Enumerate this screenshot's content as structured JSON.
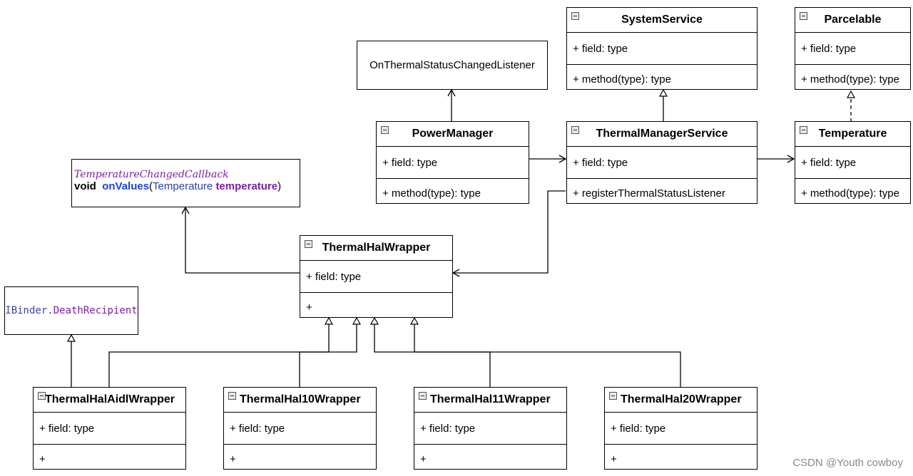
{
  "classes": {
    "system_service": {
      "name": "SystemService",
      "field": "+ field: type",
      "method": "+ method(type): type"
    },
    "parcelable": {
      "name": "Parcelable",
      "field": "+ field: type",
      "method": "+ method(type): type"
    },
    "power_manager": {
      "name": "PowerManager",
      "field": "+ field: type",
      "method": "+ method(type): type"
    },
    "thermal_manager_service": {
      "name": "ThermalManagerService",
      "field": "+ field: type",
      "method": "+ registerThermalStatusListener"
    },
    "temperature": {
      "name": "Temperature",
      "field": "+ field: type",
      "method": "+ method(type): type"
    },
    "thermal_hal_wrapper": {
      "name": "ThermalHalWrapper",
      "field": "+ field: type",
      "method": "+"
    },
    "thermal_hal_aidl_wrapper": {
      "name": "ThermalHalAidlWrapper",
      "field": "+ field: type",
      "method": "+"
    },
    "thermal_hal10_wrapper": {
      "name": "ThermalHal10Wrapper",
      "field": "+ field: type",
      "method": "+"
    },
    "thermal_hal11_wrapper": {
      "name": "ThermalHal11Wrapper",
      "field": "+ field: type",
      "method": "+"
    },
    "thermal_hal20_wrapper": {
      "name": "ThermalHal20Wrapper",
      "field": "+ field: type",
      "method": "+"
    }
  },
  "interfaces": {
    "on_thermal_status_changed_listener": "OnThermalStatusChangedListener",
    "temperature_changed_callback": {
      "name": "TemperatureChangedCallback",
      "return_type": "void",
      "method": "onValues",
      "open_paren": "(",
      "param_type": "Temperature",
      "param_name": "temperature",
      "close_paren": ")"
    },
    "death_recipient": {
      "prefix": "IBinder.",
      "name": "DeathRecipient"
    }
  },
  "colors": {
    "keyword_purple": "#7a1fa2",
    "method_blue": "#1a44d6",
    "type_blue": "#2b3fa8",
    "watermark": "#8a8a8a"
  },
  "watermark": "CSDN @Youth cowboy"
}
